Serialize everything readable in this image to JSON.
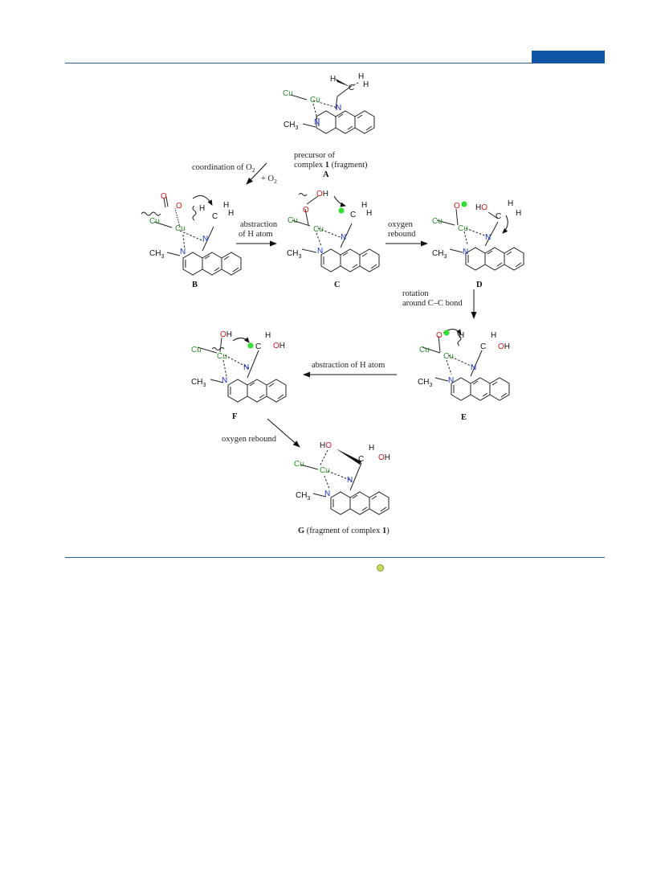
{
  "header": {
    "accent_color": "#0e56a8"
  },
  "atoms": {
    "cu": "Cu",
    "n": "N",
    "o": "O",
    "h": "H",
    "c": "C",
    "oh": "OH",
    "ho": "HO",
    "ch3": "CH3"
  },
  "species": {
    "A": {
      "caption_line1": "precursor of",
      "caption_line2_pre": "complex ",
      "caption_line2_num": "1",
      "caption_line2_post": " (fragment)",
      "label": "A"
    },
    "B": {
      "label": "B"
    },
    "C": {
      "label": "C"
    },
    "D": {
      "label": "D"
    },
    "E": {
      "label": "E"
    },
    "F": {
      "label": "F"
    },
    "G": {
      "label": "G",
      "caption_pre": " (fragment of complex ",
      "caption_num": "1",
      "caption_post": ")"
    }
  },
  "steps": {
    "a_to_b": {
      "text_pre": "coordination of O",
      "text_sub": "2",
      "reagent_pre": "+ O",
      "reagent_sub": "2",
      "reagent_color": "#d0191e"
    },
    "b_to_c": {
      "line1": "abstraction",
      "line2": "of H atom"
    },
    "c_to_d": {
      "line1": "oxygen",
      "line2": "rebound"
    },
    "d_to_e": {
      "line1": "rotation",
      "line2": "around C–C bond"
    },
    "e_to_f": {
      "line1": "abstraction of H atom"
    },
    "f_to_g": {
      "line1": "oxygen rebound"
    }
  },
  "radical_color": "#33e033"
}
